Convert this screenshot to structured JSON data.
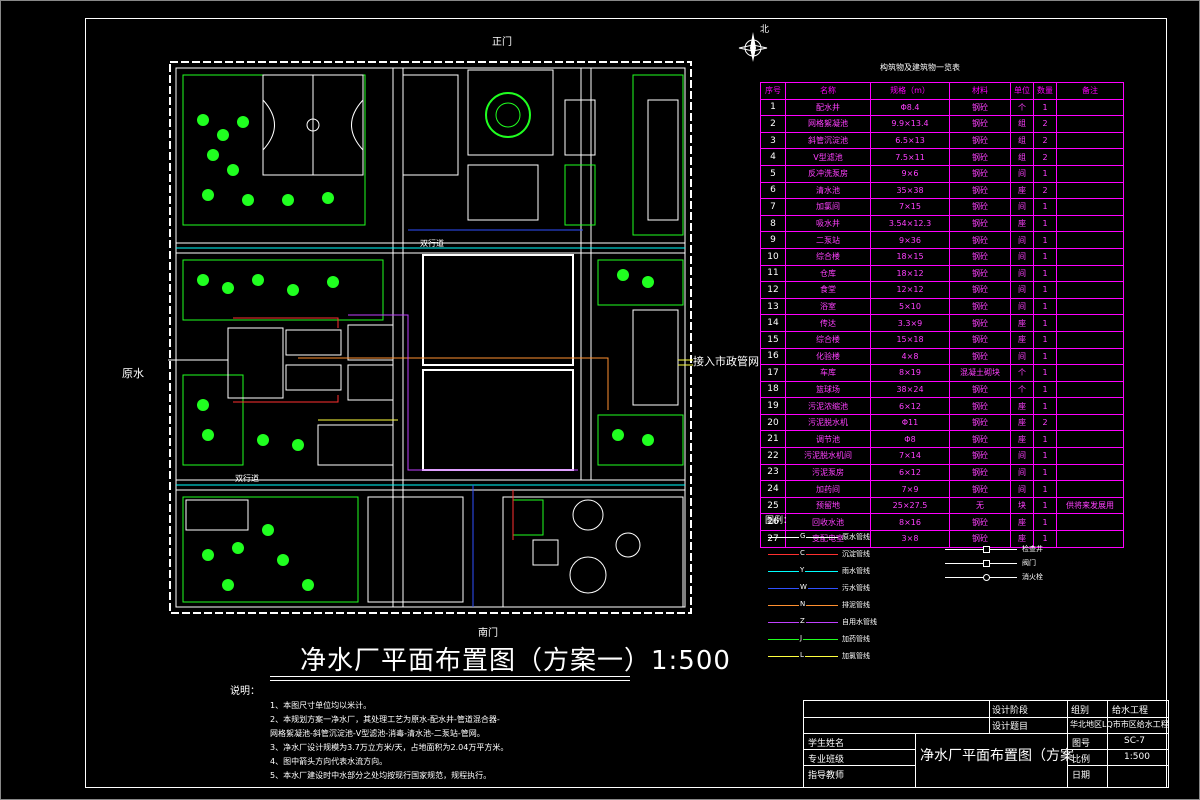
{
  "drawing": {
    "title": "净水厂平面布置图（方案一）1:500",
    "gate_north": "正门",
    "gate_south": "南门",
    "raw_water": "原水",
    "to_network": "接入市政管网",
    "road_label_1": "双行道",
    "road_label_2": "双行道",
    "north_symbol": "北"
  },
  "notes": {
    "heading": "说明：",
    "lines": [
      "1、本图尺寸单位均以米计。",
      "2、本规划方案一净水厂，其处理工艺为原水-配水井-管道混合器-",
      "   网格絮凝池-斜管沉淀池-V型滤池-消毒-清水池-二泵站-管网。",
      "3、净水厂设计规模为3.7万立方米/天，占地面积为2.04万平方米。",
      "4、图中箭头方向代表水流方向。",
      "5、本水厂建设时中水部分之处均按现行国家规范，规程执行。"
    ]
  },
  "building_table": {
    "title": "构筑物及建筑物一览表",
    "headers": [
      "序号",
      "名称",
      "规格（m）",
      "材料",
      "单位",
      "数量",
      "备注"
    ],
    "rows": [
      [
        "1",
        "配水井",
        "Φ8.4",
        "钢砼",
        "个",
        "1",
        ""
      ],
      [
        "2",
        "网格絮凝池",
        "9.9×13.4",
        "钢砼",
        "组",
        "2",
        ""
      ],
      [
        "3",
        "斜管沉淀池",
        "6.5×13",
        "钢砼",
        "组",
        "2",
        ""
      ],
      [
        "4",
        "V型滤池",
        "7.5×11",
        "钢砼",
        "组",
        "2",
        ""
      ],
      [
        "5",
        "反冲洗泵房",
        "9×6",
        "钢砼",
        "间",
        "1",
        ""
      ],
      [
        "6",
        "清水池",
        "35×38",
        "钢砼",
        "座",
        "2",
        ""
      ],
      [
        "7",
        "加氯间",
        "7×15",
        "钢砼",
        "间",
        "1",
        ""
      ],
      [
        "8",
        "吸水井",
        "3.54×12.3",
        "钢砼",
        "座",
        "1",
        ""
      ],
      [
        "9",
        "二泵站",
        "9×36",
        "钢砼",
        "间",
        "1",
        ""
      ],
      [
        "10",
        "综合楼",
        "18×15",
        "钢砼",
        "间",
        "1",
        ""
      ],
      [
        "11",
        "仓库",
        "18×12",
        "钢砼",
        "间",
        "1",
        ""
      ],
      [
        "12",
        "食堂",
        "12×12",
        "钢砼",
        "间",
        "1",
        ""
      ],
      [
        "13",
        "浴室",
        "5×10",
        "钢砼",
        "间",
        "1",
        ""
      ],
      [
        "14",
        "传达",
        "3.3×9",
        "钢砼",
        "座",
        "1",
        ""
      ],
      [
        "15",
        "综合楼",
        "15×18",
        "钢砼",
        "座",
        "1",
        ""
      ],
      [
        "16",
        "化验楼",
        "4×8",
        "钢砼",
        "间",
        "1",
        ""
      ],
      [
        "17",
        "车库",
        "8×19",
        "混凝土砌块",
        "个",
        "1",
        ""
      ],
      [
        "18",
        "篮球场",
        "38×24",
        "钢砼",
        "个",
        "1",
        ""
      ],
      [
        "19",
        "污泥浓缩池",
        "6×12",
        "钢砼",
        "座",
        "1",
        ""
      ],
      [
        "20",
        "污泥脱水机",
        "Φ11",
        "钢砼",
        "座",
        "2",
        ""
      ],
      [
        "21",
        "调节池",
        "Φ8",
        "钢砼",
        "座",
        "1",
        ""
      ],
      [
        "22",
        "污泥脱水机间",
        "7×14",
        "钢砼",
        "间",
        "1",
        ""
      ],
      [
        "23",
        "污泥泵房",
        "6×12",
        "钢砼",
        "间",
        "1",
        ""
      ],
      [
        "24",
        "加药间",
        "7×9",
        "钢砼",
        "间",
        "1",
        ""
      ],
      [
        "25",
        "预留地",
        "25×27.5",
        "无",
        "块",
        "1",
        "供将来发展用"
      ],
      [
        "26",
        "回收水池",
        "8×16",
        "钢砼",
        "座",
        "1",
        ""
      ],
      [
        "27",
        "变配电室",
        "3×8",
        "钢砼",
        "座",
        "1",
        ""
      ]
    ]
  },
  "legend": {
    "title": "图例：",
    "pipes": [
      {
        "code": "G",
        "name": "原水管线",
        "color": "#ffffff"
      },
      {
        "code": "C",
        "name": "沉淀管线",
        "color": "#ff3030"
      },
      {
        "code": "Y",
        "name": "雨水管线",
        "color": "#00ffff"
      },
      {
        "code": "W",
        "name": "污水管线",
        "color": "#3050ff"
      },
      {
        "code": "N",
        "name": "排泥管线",
        "color": "#ff9030"
      },
      {
        "code": "Z",
        "name": "自用水管线",
        "color": "#c040ff"
      },
      {
        "code": "J",
        "name": "加药管线",
        "color": "#20ff20"
      },
      {
        "code": "L",
        "name": "加氯管线",
        "color": "#ffff40"
      }
    ],
    "symbols": [
      "检查井",
      "阀门",
      "消火栓"
    ]
  },
  "title_block": {
    "design_stage": "设计阶段",
    "group": "组别",
    "group_value": "给水工程",
    "design_topic": "设计题目",
    "topic_value": "华北地区LQ市市区给水工程",
    "student": "学生姓名",
    "major": "专业班级",
    "advisor": "指导教师",
    "drawing_name": "净水厂平面布置图（方案",
    "sheet_no_label": "图号",
    "sheet_no": "SC-7",
    "scale_label": "比例",
    "scale": "1:500",
    "date_label": "日期"
  },
  "colors": {
    "raw": "#ffffff",
    "sediment": "#ff3030",
    "rain": "#00ffff",
    "sewage": "#3050ff",
    "sludge": "#ff9030",
    "self_use": "#c040ff",
    "dosing": "#20ff20",
    "chlorine": "#ffff40",
    "table_border": "#ff00ff",
    "green": "#20ff20"
  }
}
